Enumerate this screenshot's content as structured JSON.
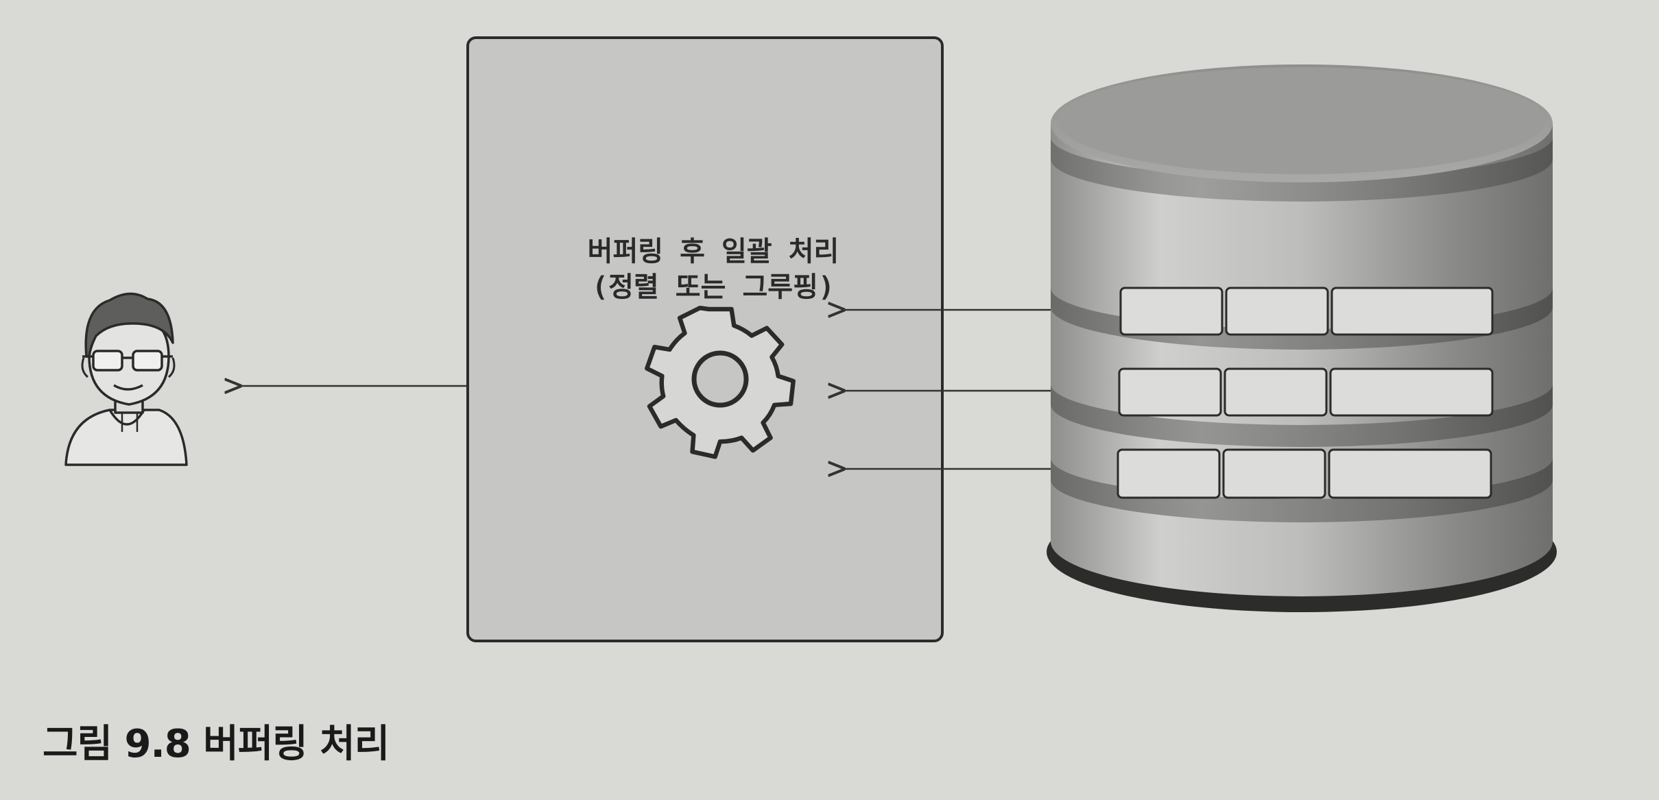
{
  "diagram": {
    "process_label_line1": "버퍼링 후 일괄 처리",
    "process_label_line2": "(정렬 또는 그루핑)",
    "caption": "그림 9.8 버퍼링 처리",
    "icons": {
      "user": "user-icon",
      "process": "gear-icon",
      "database": "database-icon"
    },
    "colors": {
      "background": "#d9d9d6",
      "process_box": "#c5c5c3",
      "database_body": "#b3b3b1",
      "row_cell": "#dcdcda",
      "outline": "#2b2b2b"
    }
  }
}
